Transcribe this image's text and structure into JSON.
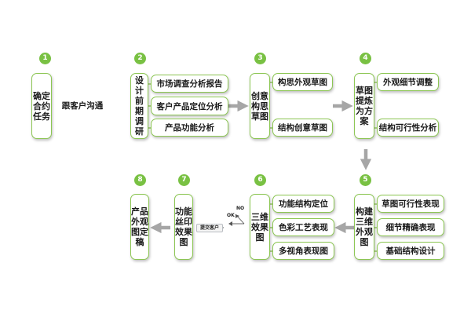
{
  "steps": {
    "s1": {
      "num": "1",
      "title": "确定合约任务",
      "items": [
        "跟客户沟通"
      ]
    },
    "s2": {
      "num": "2",
      "title": "设计前期调研",
      "items": [
        "市场调查分析报告",
        "客户产品定位分析",
        "产品功能分析"
      ]
    },
    "s3": {
      "num": "3",
      "title": "创意构思草图",
      "items": [
        "构思外观草图",
        "结构创意草图"
      ]
    },
    "s4": {
      "num": "4",
      "title": "草图提炼为方案",
      "items": [
        "外观细节调整",
        "结构可行性分析"
      ]
    },
    "s5": {
      "num": "5",
      "title": "构建三维外观图",
      "items": [
        "草图可行性表现",
        "细节精确表现",
        "基础结构设计"
      ]
    },
    "s6": {
      "num": "6",
      "title": "三维效果图",
      "items": [
        "功能结构定位",
        "色彩工艺表现",
        "多视角表现图"
      ]
    },
    "s7": {
      "num": "7",
      "title": "功能丝印效果图",
      "items": []
    },
    "s8": {
      "num": "8",
      "title": "产品外观图定稿",
      "items": []
    }
  },
  "feedback": {
    "no_label": "NO",
    "ok_label": "OK",
    "submit_label": "提交客户"
  },
  "colors": {
    "accent": "#79c143",
    "border": "#8cc653",
    "arrow": "#a6a6a6"
  }
}
